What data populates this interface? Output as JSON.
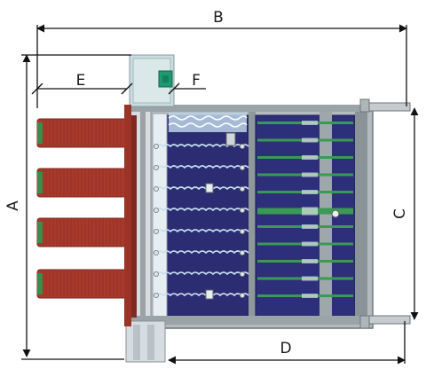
{
  "diagram": {
    "dimensions": {
      "A": "A",
      "B": "B",
      "C": "C",
      "D": "D",
      "E": "E",
      "F": "F"
    },
    "colors": {
      "bushing": "#a8392b",
      "bushing_dark": "#7d2a20",
      "cabinet_frame": "#9aa3a8",
      "cabinet_panel": "#2b2c72",
      "busbar": "#3a9a55",
      "control_box": "#c9dde0",
      "control_indicator": "#1e9a72",
      "chain": "#c8dff0",
      "dimension_line": "#111111"
    }
  }
}
